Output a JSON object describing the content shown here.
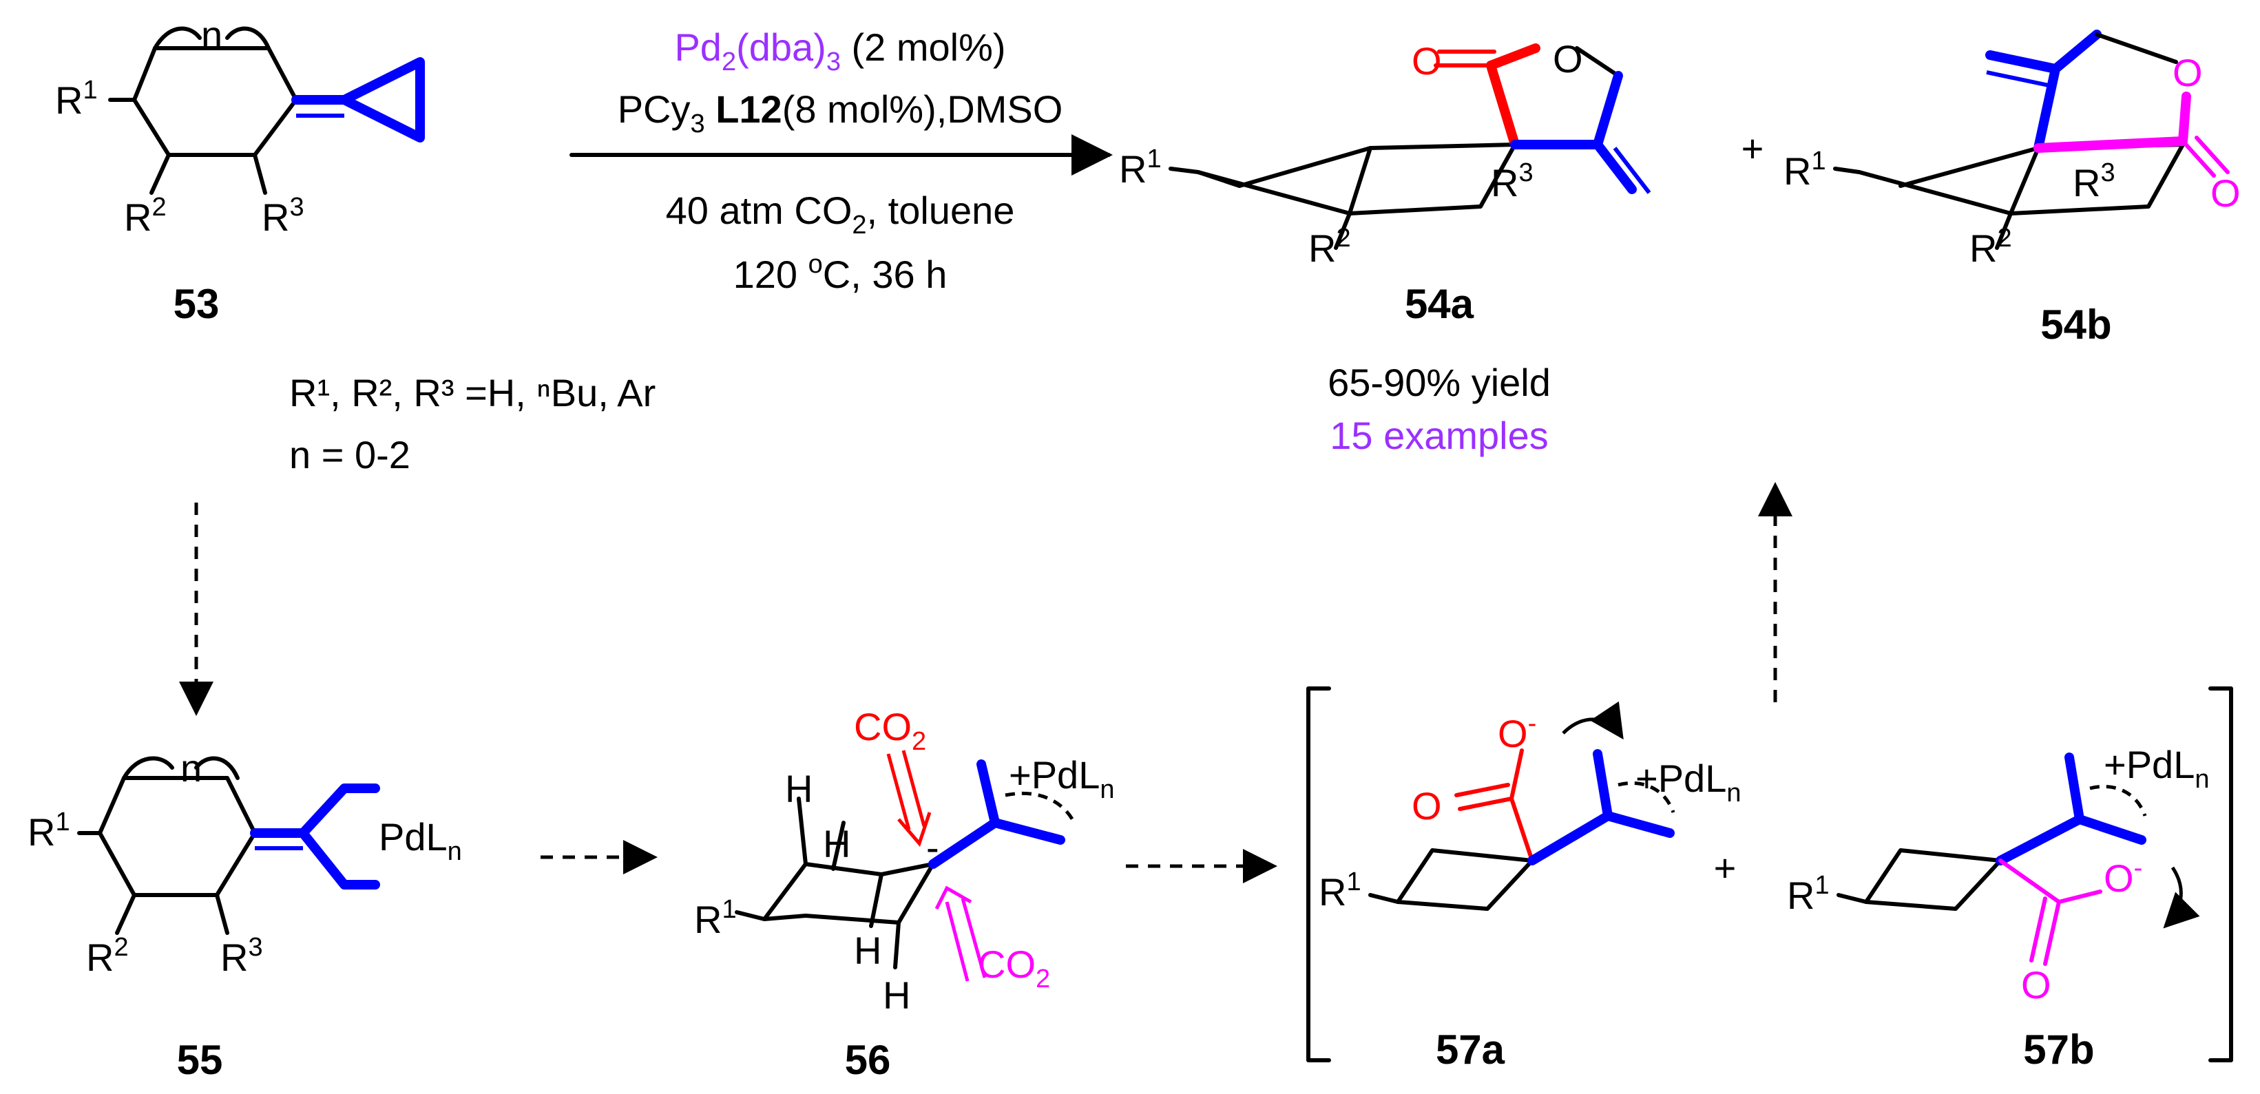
{
  "colors": {
    "catalyst_purple": "#9b30ff",
    "bond_blue": "#0000ff",
    "carbonyl_red": "#ff0000",
    "carbonyl_magenta": "#ff00ff",
    "ink": "#000000"
  },
  "reaction": {
    "catalyst": "Pd",
    "catalyst_sub1": "2",
    "catalyst_rest": "(dba)",
    "catalyst_sub2": "3",
    "catalyst_loading": " (2 mol%)",
    "ligand_prefix": "PCy",
    "ligand_sub": "3",
    "ligand_bold": "L12",
    "ligand_rest": "(8 mol%),DMSO",
    "pressure_prefix": "40 atm CO",
    "pressure_sub": "2",
    "pressure_rest": ", toluene",
    "temp_prefix": "120 ",
    "temp_sup": "o",
    "temp_rest": "C, 36 h"
  },
  "compounds": {
    "c53": "53",
    "c54a": "54a",
    "c54b": "54b",
    "c55": "55",
    "c56": "56",
    "c57a": "57a",
    "c57b": "57b"
  },
  "substituents": {
    "scope_prefix": "R",
    "scope_line": "R¹, R², R³ =H, ⁿBu, Ar",
    "n_range": "n = 0-2",
    "R": "R",
    "sup1": "1",
    "sup2": "2",
    "sup3": "3",
    "n": "n"
  },
  "results": {
    "yield": "65-90% yield",
    "examples": "15 examples"
  },
  "atoms": {
    "O": "O",
    "H": "H",
    "PdL": "PdL",
    "plusPdL": "+PdL",
    "CO": "CO",
    "sub2": "2",
    "minus": "-",
    "plus": "+"
  }
}
